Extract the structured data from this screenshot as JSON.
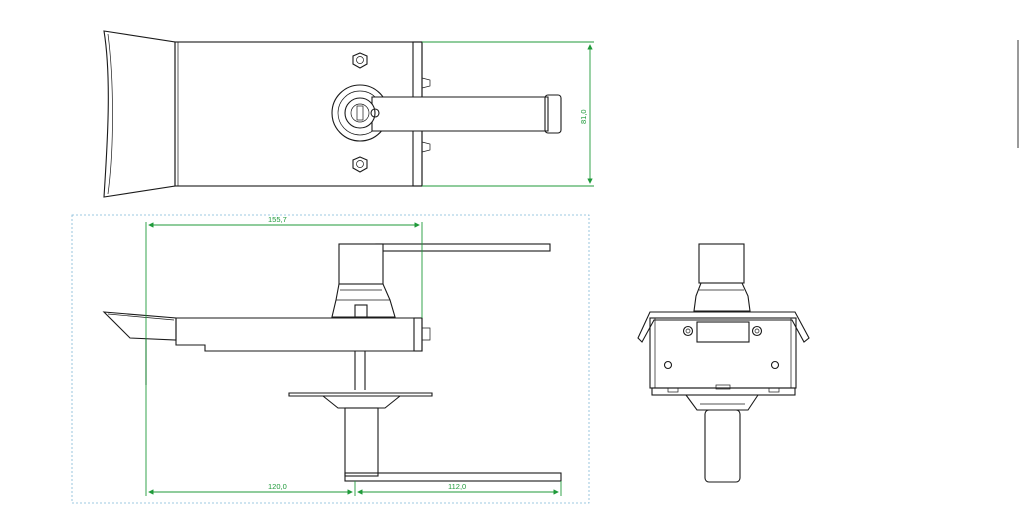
{
  "drawing": {
    "dimensions": {
      "top_view_height": "81,0",
      "front_view_width": "155,7",
      "front_view_left_bottom": "120,0",
      "front_view_right_bottom": "112,0"
    },
    "colors": {
      "outline": "#1a1a1a",
      "dimension": "#1f9a3a",
      "view_frame": "#7fb6d6"
    }
  }
}
